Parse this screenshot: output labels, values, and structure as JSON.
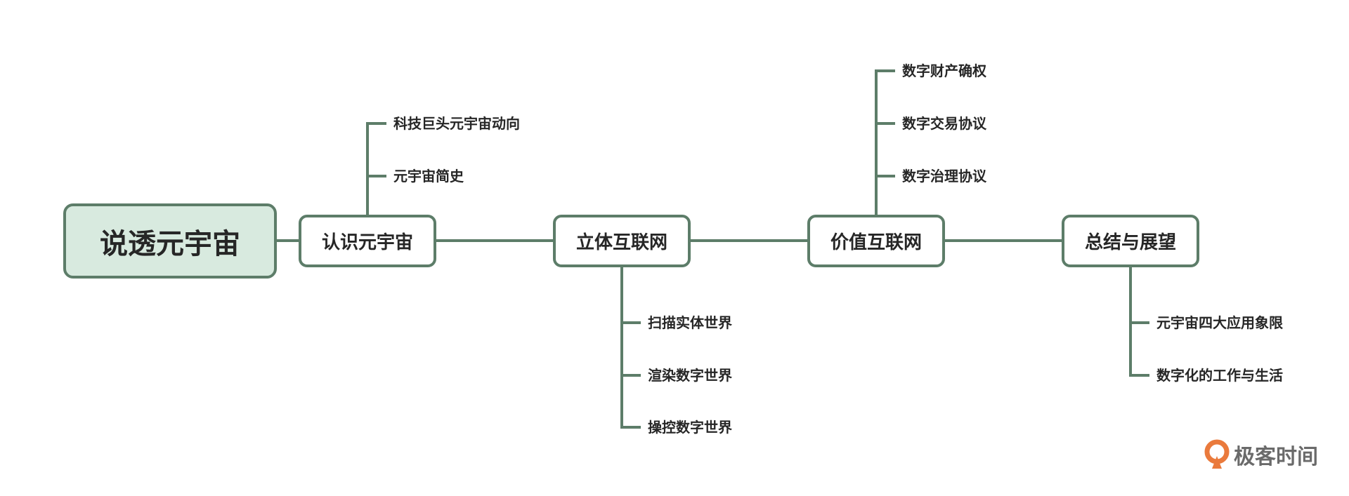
{
  "root": {
    "label": "说透元宇宙"
  },
  "topics": [
    {
      "label": "认识元宇宙",
      "children": [
        "科技巨头元宇宙动向",
        "元宇宙简史"
      ]
    },
    {
      "label": "立体互联网",
      "children": [
        "扫描实体世界",
        "渲染数字世界",
        "操控数字世界"
      ]
    },
    {
      "label": "价值互联网",
      "children": [
        "数字财产确权",
        "数字交易协议",
        "数字治理协议"
      ]
    },
    {
      "label": "总结与展望",
      "children": [
        "元宇宙四大应用象限",
        "数字化的工作与生活"
      ]
    }
  ],
  "logo": {
    "text": "极客时间"
  },
  "colors": {
    "line": "#5d7d69",
    "root_fill": "#d8eadf",
    "text": "#262626",
    "logo_orange": "#ea7a3c",
    "logo_gray": "#6a6a6a"
  }
}
